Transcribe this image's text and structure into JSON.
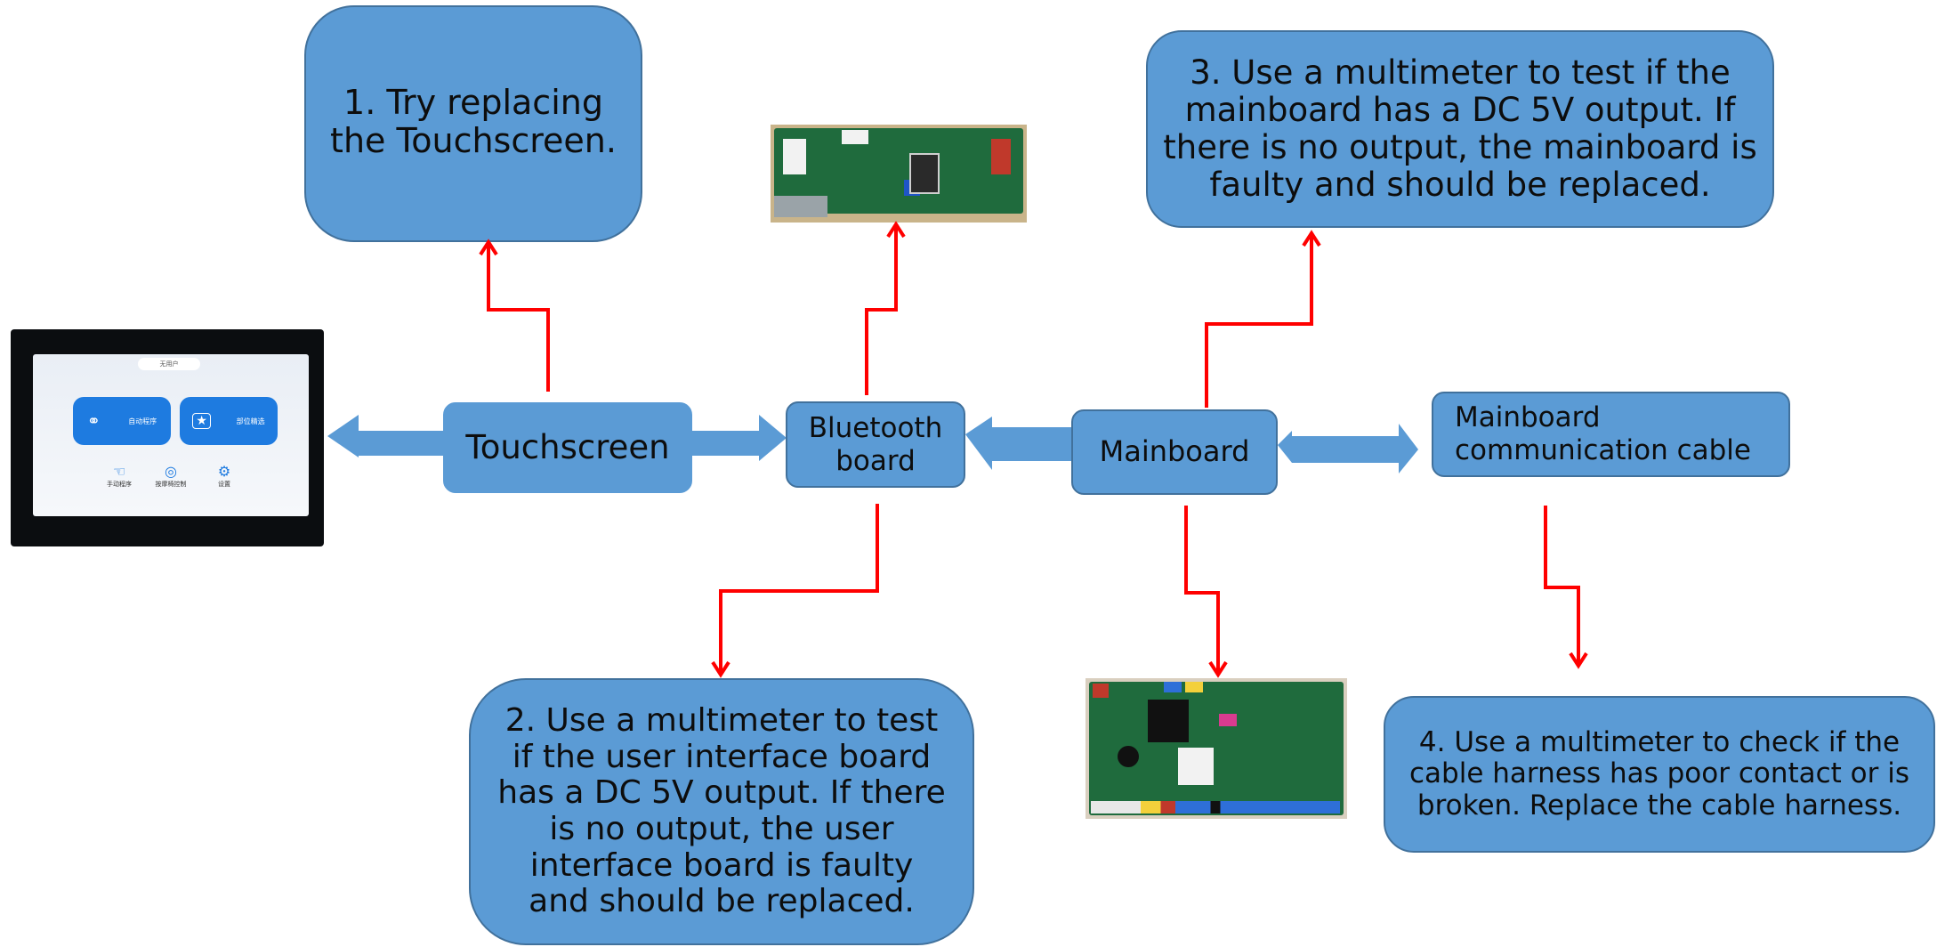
{
  "colors": {
    "box_fill": "#5b9bd5",
    "box_border": "#41719c",
    "connector_red": "#ff0000",
    "pcb_green": "#1f6b3d",
    "screen_bezel": "#0b0d10"
  },
  "nodes": {
    "touchscreen": "Touchscreen",
    "bluetooth_board": "Bluetooth\nboard",
    "mainboard": "Mainboard",
    "mainboard_cable": "Mainboard\ncommunication cable"
  },
  "steps": {
    "step1": "1. Try replacing\nthe Touchscreen.",
    "step2": "2. Use a multimeter to test\nif the user interface board\nhas a DC 5V output. If there\nis no output, the user\ninterface board is faulty\nand should be replaced.",
    "step3": "3. Use a multimeter to test if the\nmainboard has a DC 5V output. If\nthere is no output, the mainboard is\nfaulty and should be replaced.",
    "step4": "4. Use a multimeter to check if the\ncable harness has poor contact or is\nbroken. Replace the cable harness."
  },
  "photos": {
    "touchscreen_photo": "touchscreen-device-photo",
    "bluetooth_board_photo": "bluetooth-board-pcb-photo",
    "mainboard_photo": "mainboard-pcb-photo"
  },
  "screen_ui": {
    "user_label": "无用户",
    "btn_auto": "自动程序",
    "btn_part": "部位精选",
    "icon_manual": "手动程序",
    "icon_massage": "按摩椅控制",
    "icon_settings": "设置"
  }
}
